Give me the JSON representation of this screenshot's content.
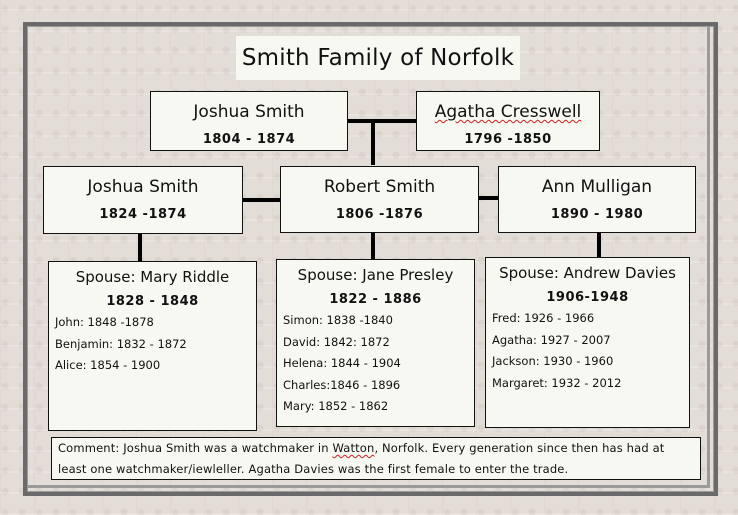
{
  "title": "Smith Family of Norfolk",
  "generation1": [
    {
      "name": "Joshua Smith",
      "years": "1804 - 1874"
    },
    {
      "name": "Agatha Cresswell",
      "years": "1796 -1850"
    }
  ],
  "generation2": [
    {
      "name": "Joshua Smith",
      "years": "1824 -1874"
    },
    {
      "name": "Robert Smith",
      "years": "1806 -1876"
    },
    {
      "name": "Ann Mulligan",
      "years": "1890 - 1980"
    }
  ],
  "spouses": [
    {
      "label": "Spouse: Mary Riddle",
      "years": "1828 - 1848",
      "children": [
        "John: 1848 -1878",
        "Benjamin: 1832 - 1872",
        "Alice: 1854 - 1900"
      ]
    },
    {
      "label": "Spouse: Jane Presley",
      "years": "1822 - 1886",
      "children": [
        "Simon: 1838 -1840",
        "David: 1842: 1872",
        "Helena: 1844 - 1904",
        "Charles:1846 - 1896",
        "Mary: 1852 - 1862"
      ]
    },
    {
      "label": "Spouse: Andrew Davies",
      "years": "1906-1948",
      "children": [
        "Fred: 1926 - 1966",
        "Agatha: 1927 - 2007",
        "Jackson: 1930 - 1960",
        "Margaret: 1932 - 2012"
      ]
    }
  ],
  "comment": {
    "line1_a": "Comment: Joshua Smith was a watchmaker in ",
    "line1_flagged": "Watton",
    "line1_b": ", Norfolk. Every generation since then has had at",
    "line2": "least one watchmaker/iewleller. Agatha Davies was the first female to enter the trade."
  },
  "colors": {
    "box_fill": "#f8f8f2",
    "connector": "#000000",
    "frame": "#6a6a6a",
    "spellcheck": "#d02020"
  }
}
